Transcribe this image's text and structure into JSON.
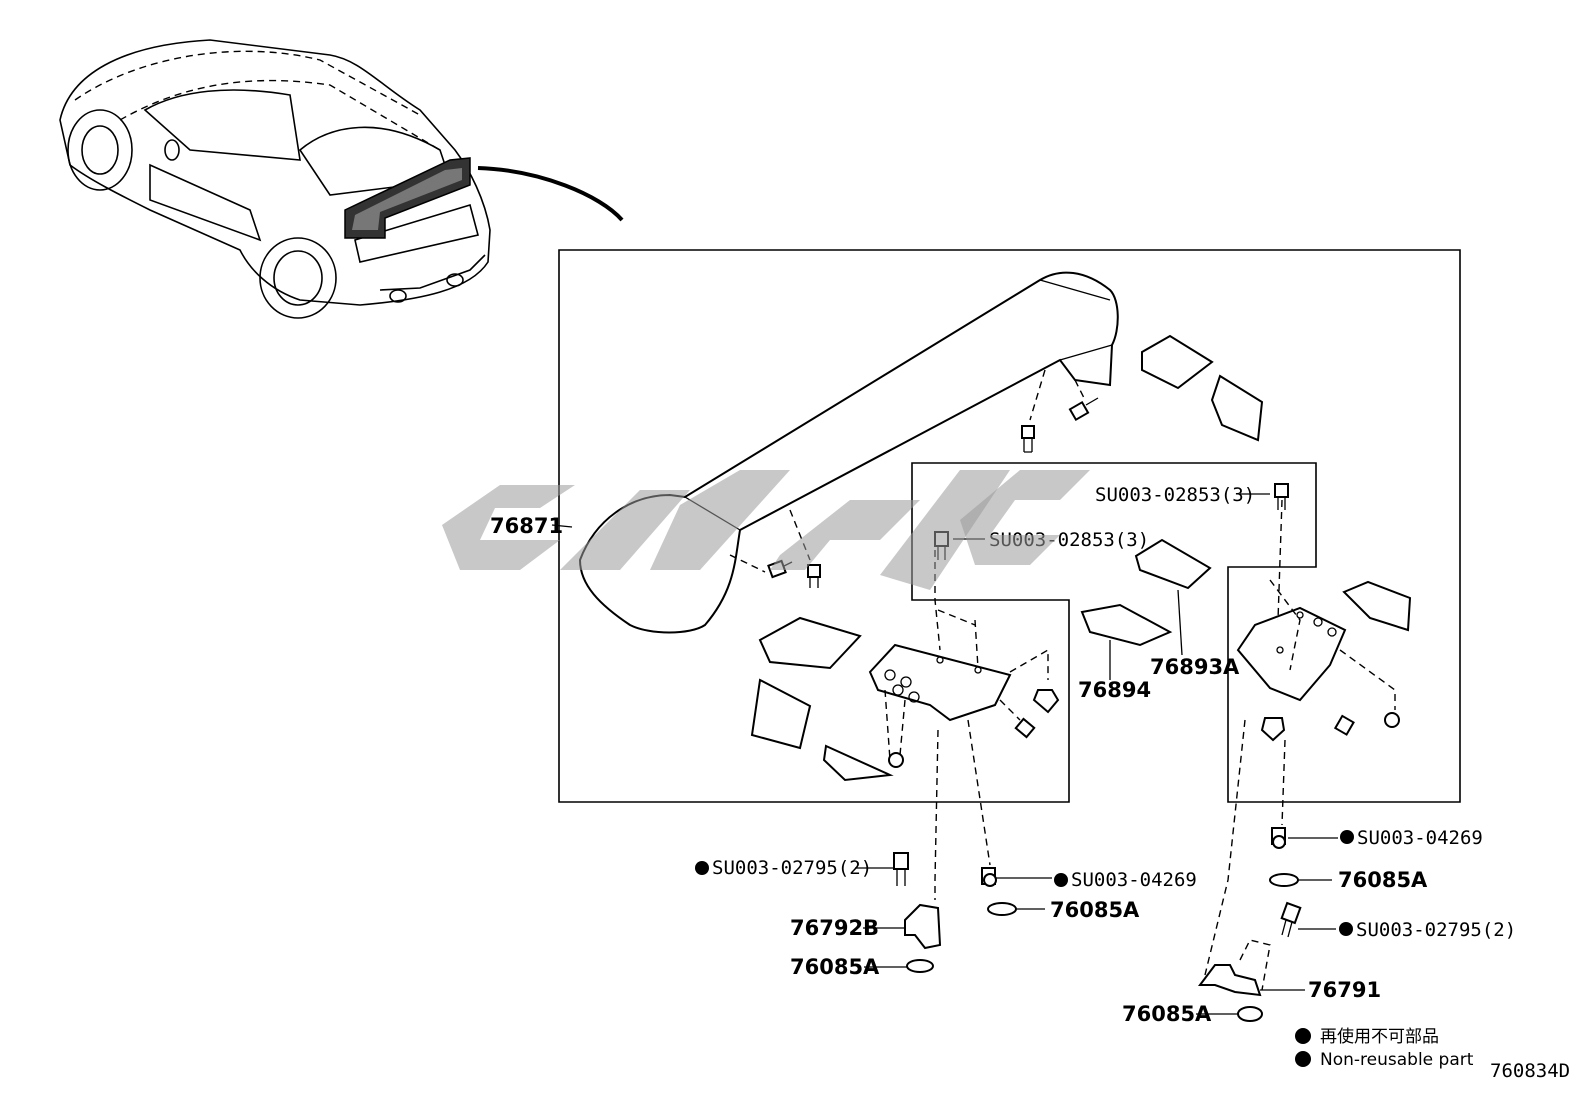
{
  "labels": {
    "spoiler": "76871",
    "bolt_center": "SU003-02853(3)",
    "bolt_right": "SU003-02853(3)",
    "tape_a": "76893A",
    "tape_b": "76894",
    "bolt_nr_right": "SU003-04269",
    "cap_right_1": "76085A",
    "bolt_nr_left": "SU003-02795(2)",
    "bolt_nr_center": "SU003-04269",
    "cap_center": "76085A",
    "bracket_left": "76792B",
    "cap_left": "76085A",
    "bolt_nr_right2": "SU003-02795(2)",
    "bracket_right": "76791",
    "cap_right_2": "76085A"
  },
  "legend": {
    "jp": "再使用不可部品",
    "en": "Non-reusable part"
  },
  "diagram_code": "760834D",
  "watermark_icon": "brand-logo-watermark"
}
